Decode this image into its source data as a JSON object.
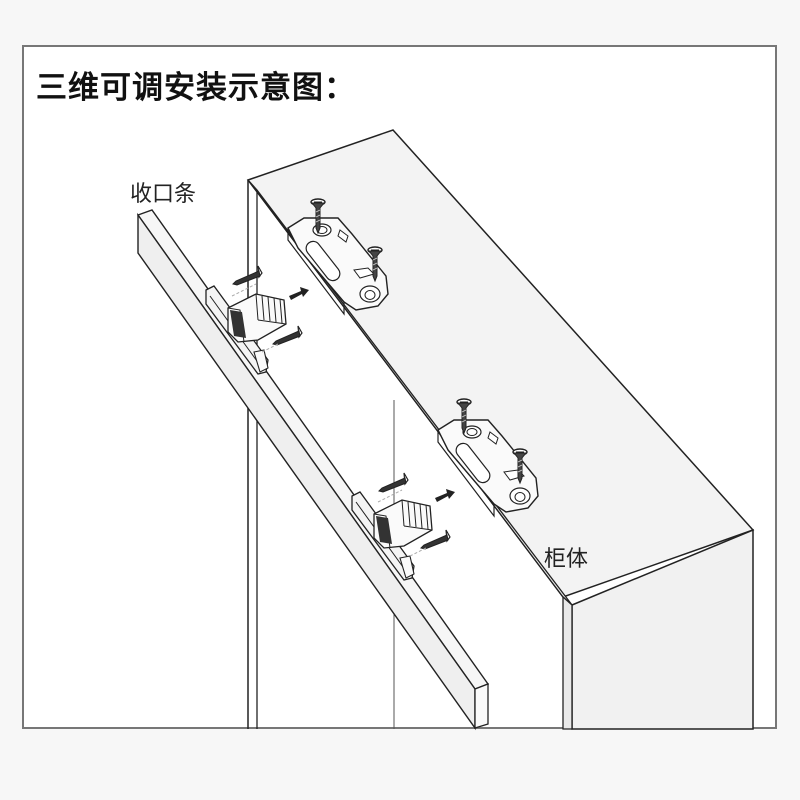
{
  "title": "三维可调安装示意图：",
  "labels": {
    "strip": "收口条",
    "cabinet": "柜体"
  },
  "diagram": {
    "description": "Isometric installation diagram: a trim strip attached to a cabinet side panel via two 3D-adjustable connector pairs",
    "components": [
      {
        "name": "trim-strip",
        "label": "收口条"
      },
      {
        "name": "cabinet-body",
        "label": "柜体"
      },
      {
        "name": "connector-upper",
        "parts": [
          "strip-clip",
          "cabinet-bracket",
          "screws x4",
          "insert-arrow"
        ]
      },
      {
        "name": "connector-lower",
        "parts": [
          "strip-clip",
          "cabinet-bracket",
          "screws x4",
          "insert-arrow"
        ]
      }
    ],
    "colors": {
      "line": "#222222",
      "fill_light": "#f4f4f4",
      "fill_dark": "#333333",
      "frame": "#777777",
      "background": "#ffffff"
    }
  }
}
